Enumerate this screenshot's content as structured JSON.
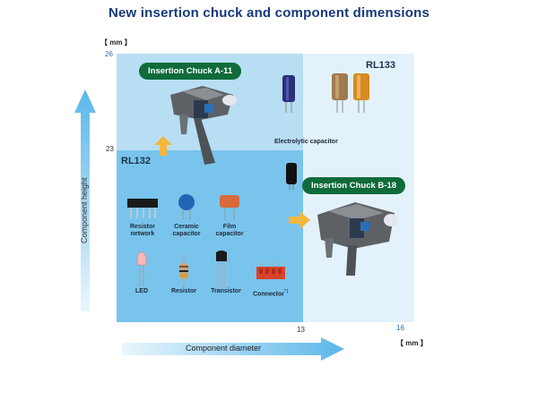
{
  "title": "New insertion chuck and component dimensions",
  "units": {
    "y": "【 mm 】",
    "x": "【 mm 】"
  },
  "y_ticks": {
    "top": "26",
    "middle": "23"
  },
  "x_ticks": {
    "middle": "13",
    "right": "16"
  },
  "axis_labels": {
    "y": "Component height",
    "x": "Component diameter"
  },
  "regions": {
    "rl132": "RL132",
    "rl133": "RL133"
  },
  "chucks": {
    "a11": "Insertion Chuck A-11",
    "b18": "Insertion Chuck B-18"
  },
  "components": {
    "electrolytic": "Electrolytic capacitor",
    "resistor_network": "Resistor\nnetwork",
    "ceramic": "Ceramic\ncapacitor",
    "film": "Film\ncapacitor",
    "led": "LED",
    "resistor": "Resistor",
    "transistor": "Transistor",
    "connector": "Connector",
    "connector_note": "*1"
  },
  "colors": {
    "rl132_bg": "#79c4ec",
    "rl133_bg": "#e3f2fa",
    "a11_bg": "#b8def3",
    "badge": "#0f6b3a",
    "arrow_yellow": "#f4b63c",
    "axis_arrow": "#5ab7e9"
  }
}
